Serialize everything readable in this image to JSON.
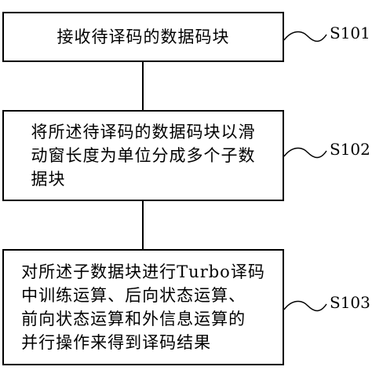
{
  "steps": [
    {
      "id": "S101",
      "lines": [
        "接收待译码的数据码块"
      ]
    },
    {
      "id": "S102",
      "lines": [
        "将所述待译码的数据码块以滑",
        "动窗长度为单位分成多个子数",
        "据块"
      ]
    },
    {
      "id": "S103",
      "lines": [
        "对所述子数据块进行Turbo译码",
        "中训练运算、后向状态运算、",
        "前向状态运算和外信息运算的",
        "并行操作来得到译码结果"
      ]
    }
  ],
  "colors": {
    "stroke": "#000000",
    "background": "#ffffff"
  }
}
